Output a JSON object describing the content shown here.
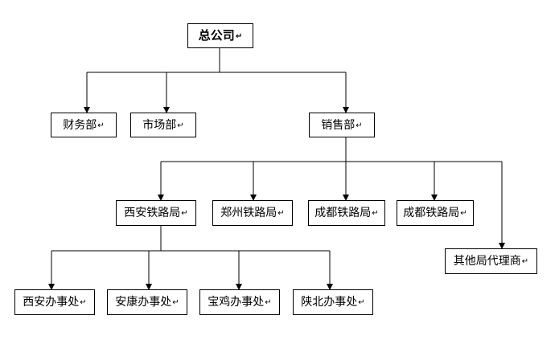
{
  "nodes": {
    "root": "总公司",
    "finance": "财务部",
    "market": "市场部",
    "sales": "销售部",
    "xian_bureau": "西安铁路局",
    "zhengzhou_bureau": "郑州铁路局",
    "chengdu_bureau_1": "成都铁路局",
    "chengdu_bureau_2": "成都铁路局",
    "other_agents": "其他局代理商",
    "xian_office": "西安办事处",
    "ankang_office": "安康办事处",
    "baoji_office": "宝鸡办事处",
    "shaanbei_office": "陕北办事处"
  },
  "paragraph_mark": "↵"
}
